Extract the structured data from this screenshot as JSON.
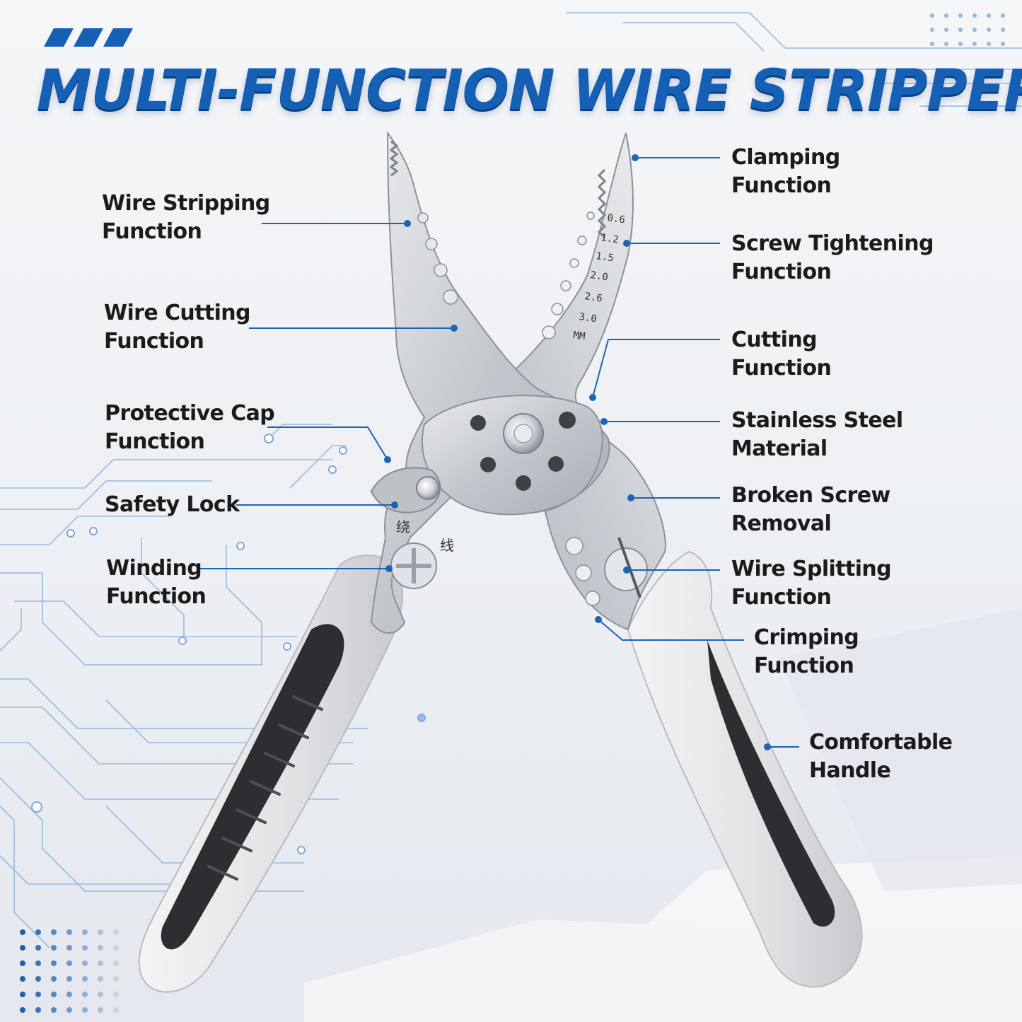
{
  "title": "MULTI-FUNCTION WIRE STRIPPER",
  "colors": {
    "brand_blue": "#1560b4",
    "leader_line": "#1e64b0",
    "steel": "#c9cdd2",
    "handle_grey": "#e2e4e7",
    "handle_grip": "#2c2e31"
  },
  "features": {
    "clamping": [
      "Clamping",
      "Function"
    ],
    "screw_tightening": [
      "Screw Tightening",
      "Function"
    ],
    "cutting": [
      "Cutting",
      "Function"
    ],
    "stainless_steel": [
      "Stainless Steel",
      "Material"
    ],
    "broken_screw": [
      "Broken Screw",
      "Removal"
    ],
    "wire_splitting": [
      "Wire Splitting",
      "Function"
    ],
    "crimping": [
      "Crimping",
      "Function"
    ],
    "comfortable_handle": [
      "Comfortable",
      "Handle"
    ],
    "wire_stripping": [
      "Wire Stripping",
      "Function"
    ],
    "wire_cutting": [
      "Wire Cutting",
      "Function"
    ],
    "protective_cap": [
      "Protective Cap",
      "Function"
    ],
    "safety_lock": [
      "Safety Lock"
    ],
    "winding": [
      "Winding",
      "Function"
    ]
  },
  "tool_markings": {
    "gauge_sizes": [
      "0.6",
      "1.2",
      "1.5",
      "2.0",
      "2.6",
      "3.0"
    ],
    "gauge_unit": "MM",
    "winding_characters": [
      "绕",
      "线"
    ]
  }
}
